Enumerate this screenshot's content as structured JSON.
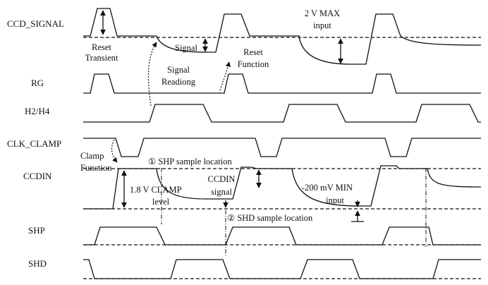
{
  "signals": {
    "ccd_signal": "CCD_SIGNAL",
    "rg": "RG",
    "h2h4": "H2/H4",
    "clk_clamp": "CLK_CLAMP",
    "ccdin": "CCDIN",
    "shp": "SHP",
    "shd": "SHD"
  },
  "annotations": {
    "reset_transient_1": "Reset",
    "reset_transient_2": "Transient",
    "signal": "Signal",
    "signal_reading_1": "Signal",
    "signal_reading_2": "Readiong",
    "reset_function_1": "Reset",
    "reset_function_2": "Function",
    "max_input_1": "2 V MAX",
    "max_input_2": "input",
    "clamp_function_1": "Clamp",
    "clamp_function_2": "Function",
    "shp_sample": "① SHP sample location",
    "clamp_level_1": "1.8 V CLAMP",
    "clamp_level_2": "level",
    "ccdin_signal_1": "CCDIN",
    "ccdin_signal_2": "signal",
    "min_input_1": "-200 mV MIN",
    "min_input_2": "input",
    "shd_sample": "② SHD sample location"
  }
}
